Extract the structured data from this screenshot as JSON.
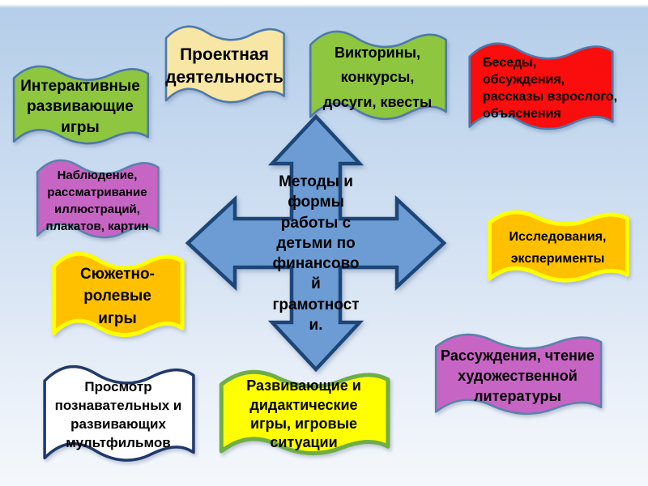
{
  "slide": {
    "background_top": "#b5cee9",
    "background_bottom": "#f4f8fc",
    "top_strip": "#ffffff"
  },
  "center": {
    "text": "Методы и\nформы\nработы с\nдетьми по\nфинансово\nй\nграмотност\nи.",
    "full_sentence": "Методы и формы работы с детьми по финансовой грамотности.",
    "fill": "#6d9cd4",
    "border": "#1d4678"
  },
  "banners": [
    {
      "id": "interactive-games",
      "text": "Интерактивные\nразвивающие\nигры",
      "fill": "#8ec63f",
      "border": "#4e79ab"
    },
    {
      "id": "project-activity",
      "text": "Проектная\nдеятельность",
      "fill": "#f7e6a4",
      "border": "#4e79ab"
    },
    {
      "id": "quizzes",
      "text": "Викторины,\nконкурсы,\nдосуги, квесты",
      "fill": "#8ec63f",
      "border": "#4e79ab"
    },
    {
      "id": "talks",
      "text": "Беседы,\nобсуждения,\nрассказы взрослого,\nобъяснения",
      "fill": "#f90d0d",
      "border": "#4e79ab"
    },
    {
      "id": "observation",
      "text": "Наблюдение,\nрассматривание\nиллюстраций,\nплакатов, картин",
      "fill": "#c765c4",
      "border": "#5b82ac"
    },
    {
      "id": "role-play",
      "text": "Сюжетно-\nролевые\nигры",
      "fill": "#ffc000",
      "border": "#ffff00"
    },
    {
      "id": "research",
      "text": "Исследования,\nэксперименты",
      "fill": "#ffc000",
      "border": "#ffff00"
    },
    {
      "id": "reading",
      "text": "Рассуждения, чтение\nхудожественной\nлитературы",
      "fill": "#c765c4",
      "border": "#5b82ac"
    },
    {
      "id": "cartoons",
      "text": "Просмотр\nпознавательных и\nразвивающих\nмультфильмов",
      "fill": "#ffffff",
      "border": "#20386b"
    },
    {
      "id": "didactic-games",
      "text": "Развивающие и\nдидактические\nигры, игровые\nситуации",
      "fill": "#ffff00",
      "border": "#6fae47"
    }
  ]
}
